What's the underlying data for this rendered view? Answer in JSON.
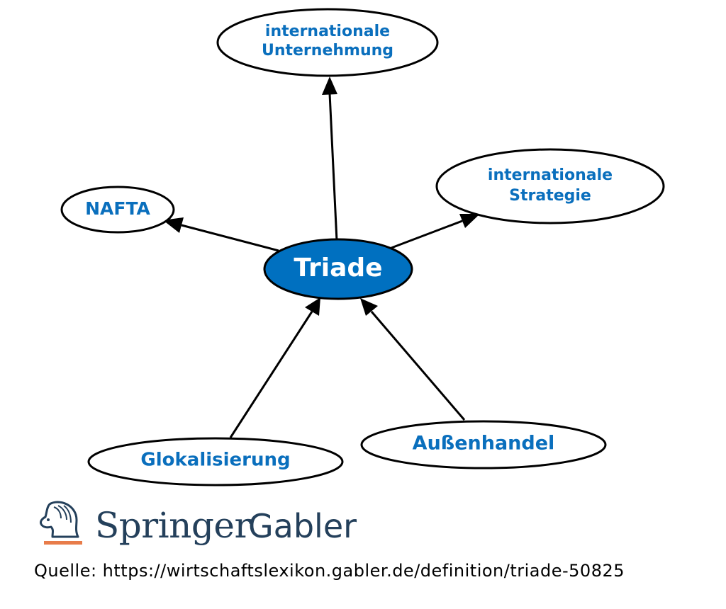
{
  "diagram": {
    "center": {
      "label": "Triade"
    },
    "nodes": [
      {
        "id": "internationale-unternehmung",
        "lines": [
          "internationale",
          "Unternehmung"
        ],
        "direction": "outgoing"
      },
      {
        "id": "internationale-strategie",
        "lines": [
          "internationale",
          "Strategie"
        ],
        "direction": "outgoing"
      },
      {
        "id": "nafta",
        "lines": [
          "NAFTA"
        ],
        "direction": "outgoing"
      },
      {
        "id": "glokalisierung",
        "lines": [
          "Glokalisierung"
        ],
        "direction": "incoming"
      },
      {
        "id": "aussenhandel",
        "lines": [
          "Außenhandel"
        ],
        "direction": "incoming"
      }
    ]
  },
  "logo": {
    "brand_main": "Springer",
    "brand_sub": "Gabler",
    "icon": "springer-horse-logo-icon"
  },
  "source": {
    "text": "Quelle: https://wirtschaftslexikon.gabler.de/definition/triade-50825"
  },
  "colors": {
    "center_fill": "#0070c0",
    "node_text": "#0a6fbd",
    "logo_text": "#24405b",
    "logo_accent": "#e87c4a"
  }
}
